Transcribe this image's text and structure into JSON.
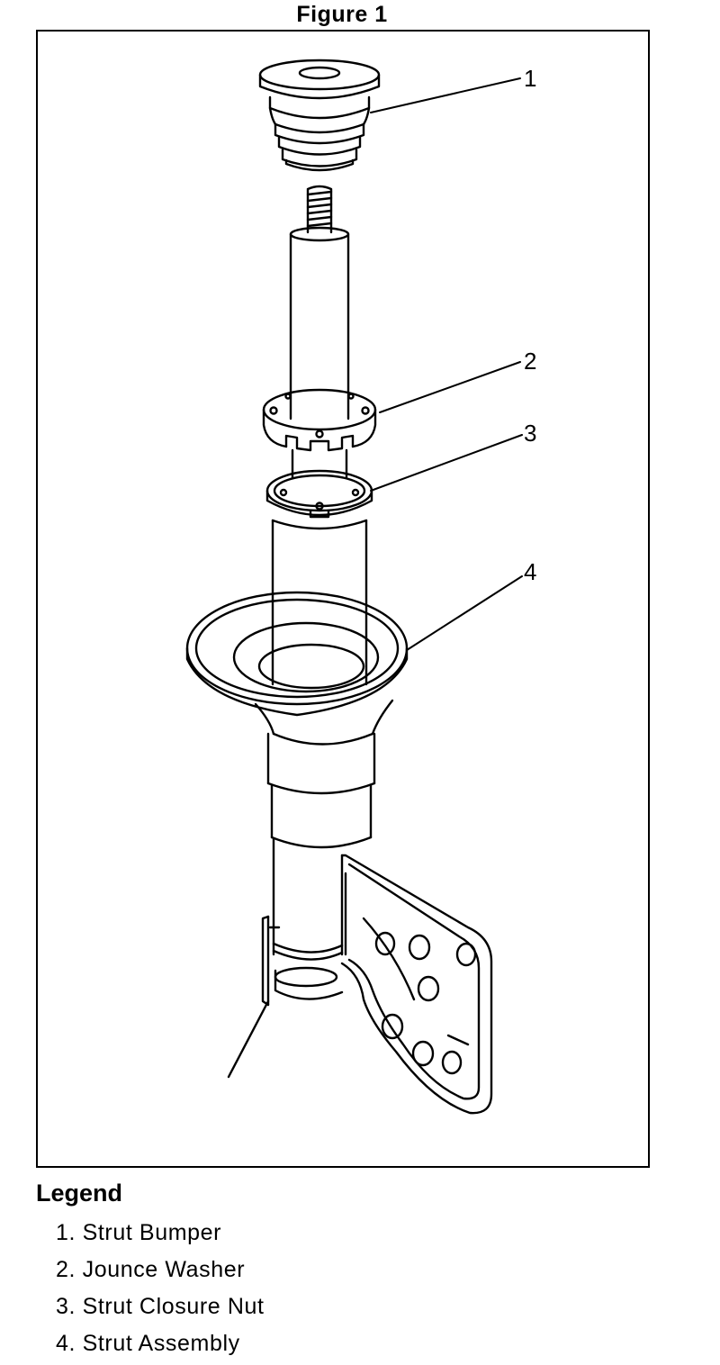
{
  "figure": {
    "title": "Figure 1",
    "callouts": [
      "1",
      "2",
      "3",
      "4"
    ]
  },
  "legend": {
    "title": "Legend",
    "items": [
      "1. Strut Bumper",
      "2. Jounce Washer",
      "3. Strut Closure Nut",
      "4. Strut Assembly"
    ]
  }
}
